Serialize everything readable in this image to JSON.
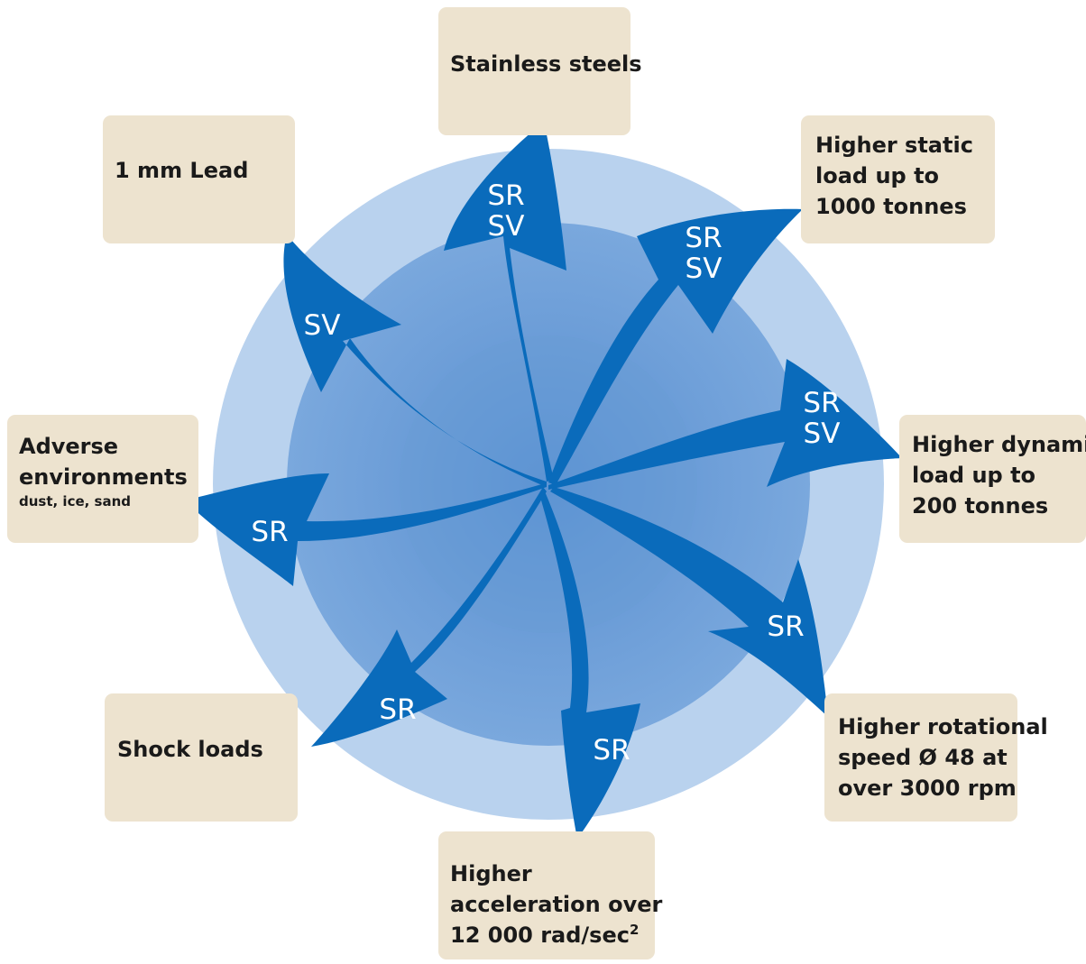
{
  "colors": {
    "box_fill": "#ede3cf",
    "outer_ring": "#b9d2ee",
    "inner_disc": "#84addc",
    "core_disc": "#6e9fd6",
    "arrow_fill": "#0a6bbb",
    "arrow_text": "#ffffff"
  },
  "boxes": {
    "stainless": {
      "lines": [
        "Stainless steels"
      ]
    },
    "lead": {
      "lines": [
        "1 mm Lead"
      ]
    },
    "static_load": {
      "lines": [
        "Higher static",
        "load up to",
        "1000 tonnes"
      ]
    },
    "adverse": {
      "lines": [
        "Adverse",
        "environments"
      ],
      "sub": "dust, ice, sand"
    },
    "dynamic_load": {
      "lines": [
        "Higher dynamic",
        "load up to",
        "200 tonnes"
      ]
    },
    "shock": {
      "lines": [
        "Shock loads"
      ]
    },
    "rotational": {
      "lines": [
        "Higher rotational",
        "speed Ø 48 at",
        "over 3000 rpm"
      ]
    },
    "acceleration": {
      "lines": [
        "Higher",
        "acceleration over"
      ],
      "last": "12 000 rad/sec",
      "sup": "2"
    }
  },
  "arrows": {
    "stainless": [
      "SR",
      "SV"
    ],
    "static_load": [
      "SR",
      "SV"
    ],
    "dynamic_load": [
      "SR",
      "SV"
    ],
    "lead": [
      "SV"
    ],
    "adverse": [
      "SR"
    ],
    "shock": [
      "SR"
    ],
    "acceleration": [
      "SR"
    ],
    "rotational": [
      "SR"
    ]
  }
}
